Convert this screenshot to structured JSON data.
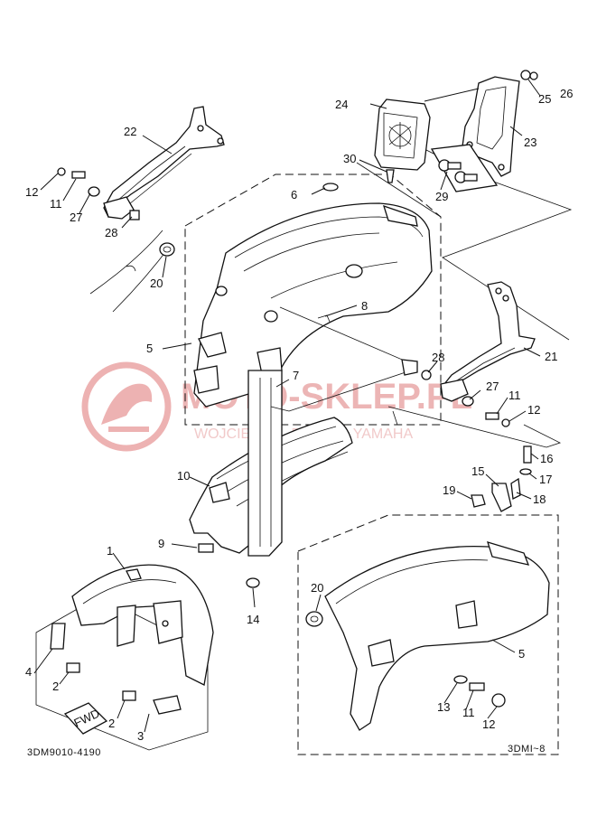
{
  "watermark": {
    "brand": "MOTO-SKLEP.PL",
    "dealer": "WOJCIECH ... DEALER YAMAHA"
  },
  "diagram_code": "3DM9010-4190",
  "variant_note": "3DMI~8",
  "fwd_tag": "FWD",
  "callouts": [
    {
      "id": "c1",
      "text": "1"
    },
    {
      "id": "c2a",
      "text": "2"
    },
    {
      "id": "c2b",
      "text": "2"
    },
    {
      "id": "c3",
      "text": "3"
    },
    {
      "id": "c4",
      "text": "4"
    },
    {
      "id": "c5a",
      "text": "5"
    },
    {
      "id": "c5b",
      "text": "5"
    },
    {
      "id": "c6",
      "text": "6"
    },
    {
      "id": "c7",
      "text": "7"
    },
    {
      "id": "c8",
      "text": "8"
    },
    {
      "id": "c9",
      "text": "9"
    },
    {
      "id": "c10",
      "text": "10"
    },
    {
      "id": "c11a",
      "text": "11"
    },
    {
      "id": "c11b",
      "text": "11"
    },
    {
      "id": "c11c",
      "text": "11"
    },
    {
      "id": "c12a",
      "text": "12"
    },
    {
      "id": "c12b",
      "text": "12"
    },
    {
      "id": "c12c",
      "text": "12"
    },
    {
      "id": "c13",
      "text": "13"
    },
    {
      "id": "c14",
      "text": "14"
    },
    {
      "id": "c15",
      "text": "15"
    },
    {
      "id": "c16",
      "text": "16"
    },
    {
      "id": "c17",
      "text": "17"
    },
    {
      "id": "c18",
      "text": "18"
    },
    {
      "id": "c19",
      "text": "19"
    },
    {
      "id": "c20a",
      "text": "20"
    },
    {
      "id": "c20b",
      "text": "20"
    },
    {
      "id": "c21",
      "text": "21"
    },
    {
      "id": "c22",
      "text": "22"
    },
    {
      "id": "c23",
      "text": "23"
    },
    {
      "id": "c24",
      "text": "24"
    },
    {
      "id": "c25",
      "text": "25"
    },
    {
      "id": "c26",
      "text": "26"
    },
    {
      "id": "c27a",
      "text": "27"
    },
    {
      "id": "c27b",
      "text": "27"
    },
    {
      "id": "c28a",
      "text": "28"
    },
    {
      "id": "c28b",
      "text": "28"
    },
    {
      "id": "c29",
      "text": "29"
    },
    {
      "id": "c30",
      "text": "30"
    }
  ]
}
